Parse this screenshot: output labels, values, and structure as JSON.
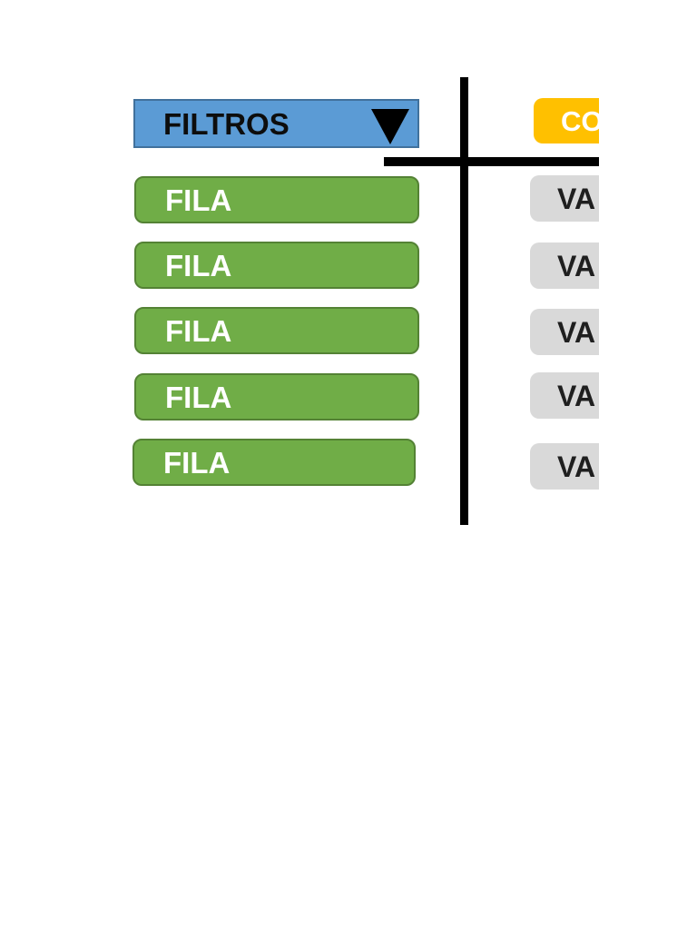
{
  "diagram": {
    "background_color": "#ffffff",
    "divider": {
      "color": "#000000",
      "orientation": "cross"
    },
    "filters": {
      "label": "FILTROS",
      "fill_color": "#5B9BD5",
      "border_color": "#41719C",
      "text_color": "#0d0d0d",
      "icon": "triangle-down-icon",
      "icon_color": "#000000"
    },
    "columns": {
      "label": "CO",
      "fill_color": "#FFC000",
      "text_color": "#ffffff",
      "clipped_at_right_edge": true
    },
    "rows": {
      "fill_color": "#70AD47",
      "border_color": "#548235",
      "text_color": "#ffffff",
      "items": [
        {
          "label": "FILA"
        },
        {
          "label": "FILA"
        },
        {
          "label": "FILA"
        },
        {
          "label": "FILA"
        },
        {
          "label": "FILA"
        }
      ]
    },
    "values": {
      "fill_color": "#D9D9D9",
      "text_color": "#1f1f1f",
      "clipped_at_right_edge": true,
      "items": [
        {
          "label": "VA"
        },
        {
          "label": "VA"
        },
        {
          "label": "VA"
        },
        {
          "label": "VA"
        },
        {
          "label": "VA"
        }
      ]
    }
  }
}
